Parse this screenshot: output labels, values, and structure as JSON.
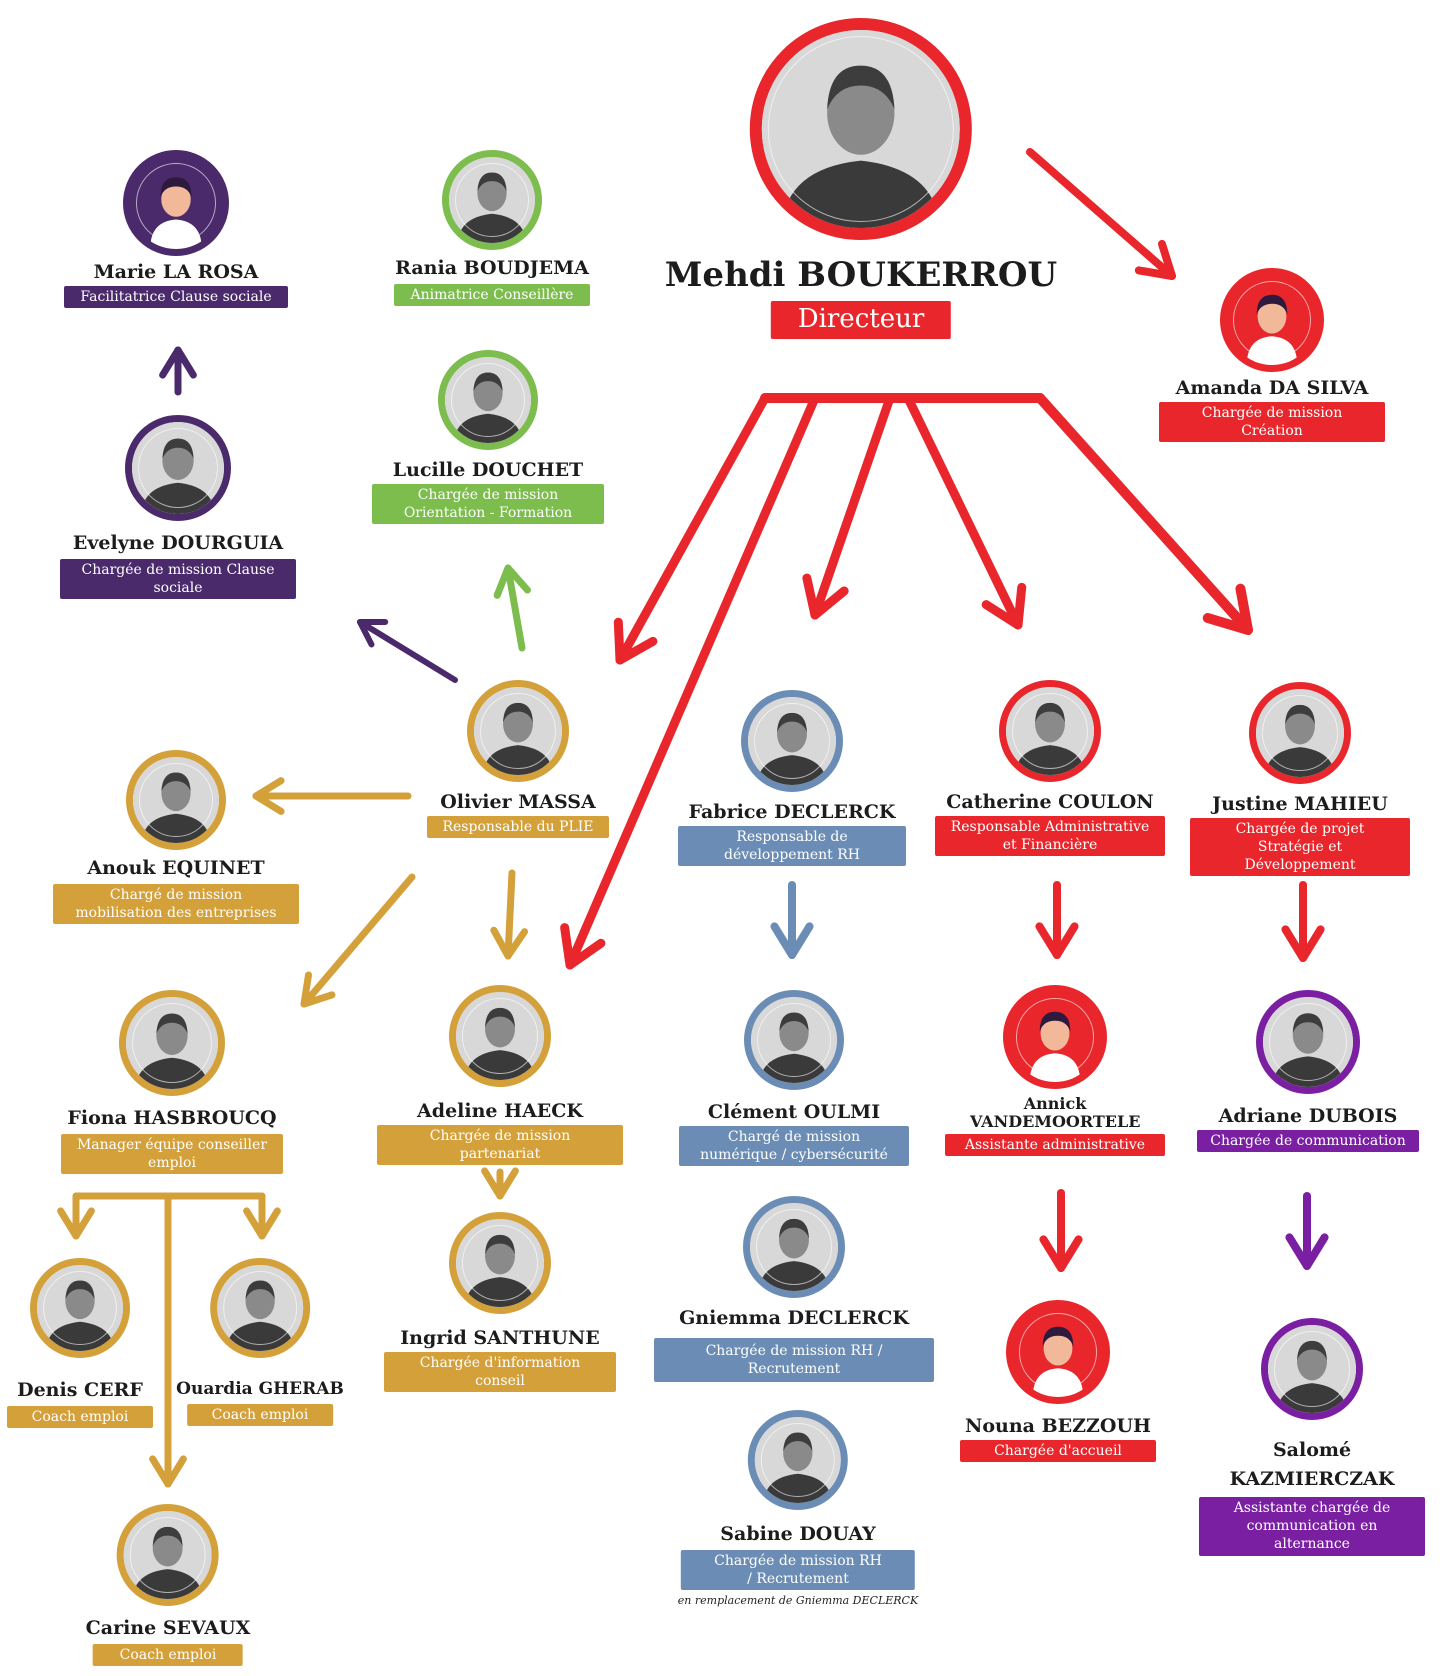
{
  "colors": {
    "red": "#e8262b",
    "purple": "#4a2a6b",
    "violet": "#7b1fa2",
    "green": "#7cbd4e",
    "gold": "#d4a03a",
    "blue": "#6b8db5"
  },
  "director": {
    "name": "Mehdi BOUKERROU",
    "role": "Directeur"
  },
  "people": {
    "marie": {
      "name": "Marie LA ROSA",
      "role": "Facilitatrice Clause sociale"
    },
    "evelyne": {
      "name": "Evelyne DOURGUIA",
      "role": "Chargée de mission Clause sociale"
    },
    "rania": {
      "name": "Rania BOUDJEMA",
      "role": "Animatrice  Conseillère"
    },
    "lucille": {
      "name": "Lucille DOUCHET",
      "role": "Chargée de mission Orientation - Formation"
    },
    "amanda": {
      "name": "Amanda DA SILVA",
      "role": "Chargée de mission Création"
    },
    "olivier": {
      "name": "Olivier MASSA",
      "role": "Responsable du PLIE"
    },
    "anouk": {
      "name": "Anouk EQUINET",
      "role": "Chargé de mission mobilisation des entreprises"
    },
    "fabrice": {
      "name": "Fabrice DECLERCK",
      "role": "Responsable de développement RH"
    },
    "catherine": {
      "name": "Catherine COULON",
      "role": "Responsable Administrative et Financière"
    },
    "justine": {
      "name": "Justine MAHIEU",
      "role": "Chargée de projet Stratégie et Développement"
    },
    "fiona": {
      "name": "Fiona HASBROUCQ",
      "role": "Manager équipe conseiller emploi"
    },
    "adeline": {
      "name": "Adeline HAECK",
      "role": "Chargée de mission partenariat"
    },
    "clement": {
      "name": "Clément OULMI",
      "role": "Chargé de mission numérique / cybersécurité"
    },
    "annick": {
      "name": "Annick VANDEMOORTELE",
      "role": "Assistante administrative"
    },
    "adriane": {
      "name": "Adriane DUBOIS",
      "role": "Chargée de communication"
    },
    "ingrid": {
      "name": "Ingrid SANTHUNE",
      "role": "Chargée d'information conseil"
    },
    "gniemma": {
      "name": "Gniemma DECLERCK",
      "role": "Chargée de mission RH / Recrutement"
    },
    "denis": {
      "name": "Denis CERF",
      "role": "Coach emploi"
    },
    "ouardia": {
      "name": "Ouardia GHERAB",
      "role": "Coach emploi"
    },
    "nouna": {
      "name": "Nouna BEZZOUH",
      "role": "Chargée d'accueil"
    },
    "salome": {
      "name": "Salomé KAZMIERCZAK",
      "role": "Assistante chargée de communication en alternance"
    },
    "sabine": {
      "name": "Sabine DOUAY",
      "role": "Chargée de mission RH / Recrutement",
      "note": "en remplacement de Gniemma DECLERCK"
    },
    "carine": {
      "name": "Carine SEVAUX",
      "role": "Coach emploi"
    }
  },
  "avatar_icons": {
    "placeholder": "user-silhouette-icon",
    "photo": "portrait-photo"
  }
}
